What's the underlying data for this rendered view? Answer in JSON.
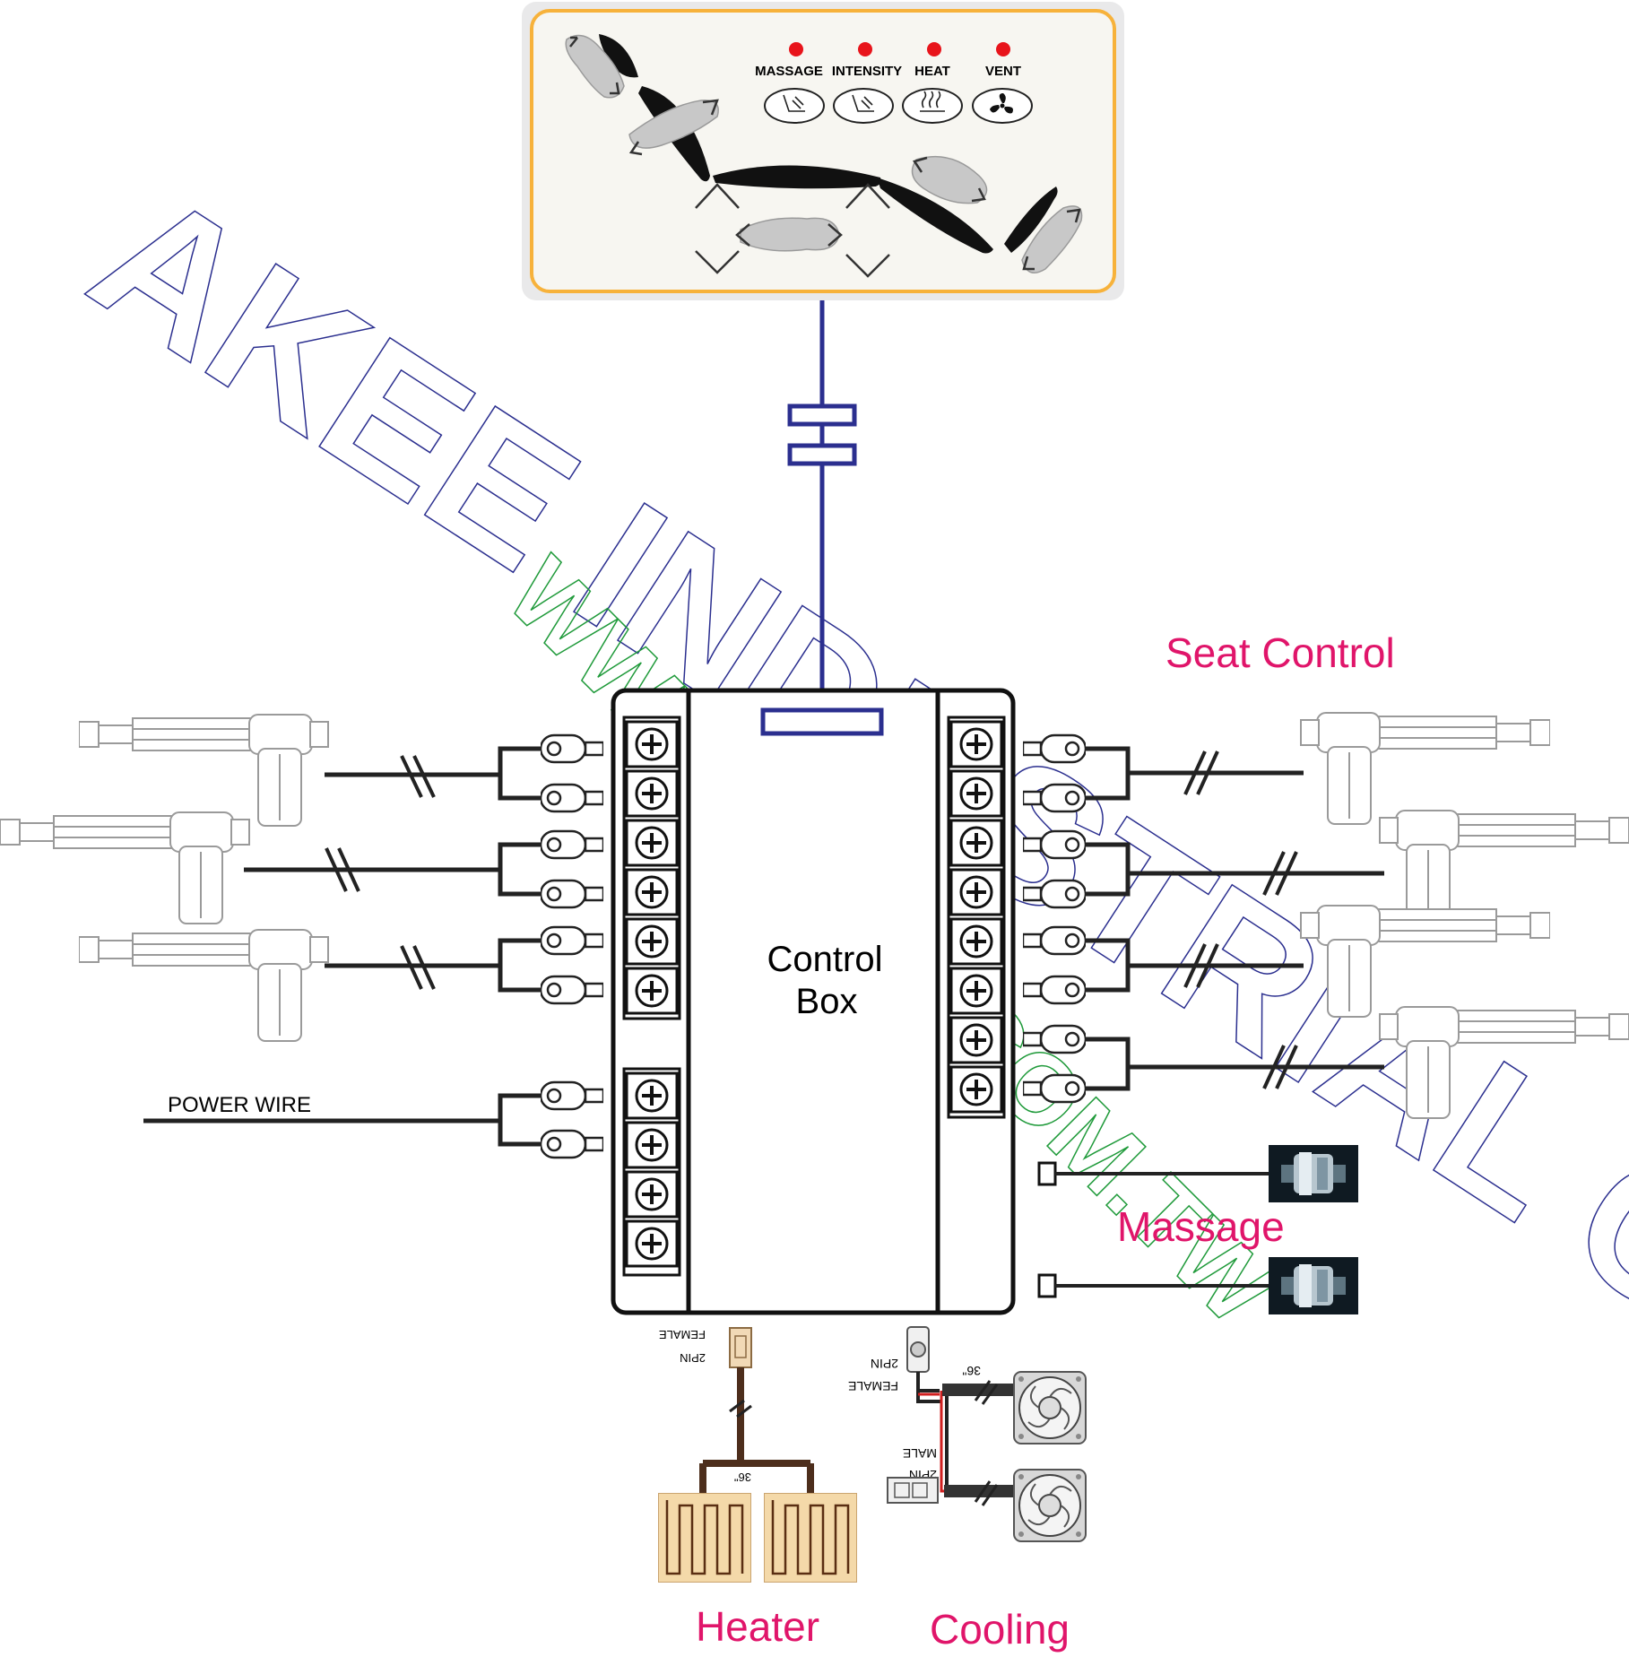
{
  "panel": {
    "indicators": [
      {
        "label": "MASSAGE",
        "icon": "massage-seat-icon"
      },
      {
        "label": "INTENSITY",
        "icon": "intensity-seat-icon"
      },
      {
        "label": "HEAT",
        "icon": "heat-waves-icon"
      },
      {
        "label": "VENT",
        "icon": "fan-icon"
      }
    ],
    "led_color": "#e8141b",
    "border_color": "#f7b23b"
  },
  "control_box": {
    "line1": "Control",
    "line2": "Box"
  },
  "power_wire": {
    "label": "POWER WIRE"
  },
  "sections": {
    "seat_control": "Seat Control",
    "massage": "Massage",
    "heater": "Heater",
    "cooling": "Cooling"
  },
  "connectors": {
    "heater_connector": {
      "line1": "FEMALE",
      "line2": "2PIN"
    },
    "cooling_female": {
      "line1": "2PIN",
      "line2": "FEMALE"
    },
    "cooling_male": {
      "line1": "MALE",
      "line2": "2PIN"
    },
    "heater_length": "36\"",
    "cooling_length": "36\""
  },
  "watermark": {
    "line1": "AKEE INDUSTRIAL CO.,LTD.",
    "line2": "WWW.AKEE.COM.TW",
    "color1": "#2b2f8f",
    "color2": "#1f9a3a"
  },
  "colors": {
    "accent": "#e0156a",
    "cable": "#2b2f8f",
    "wire": "#222222"
  }
}
